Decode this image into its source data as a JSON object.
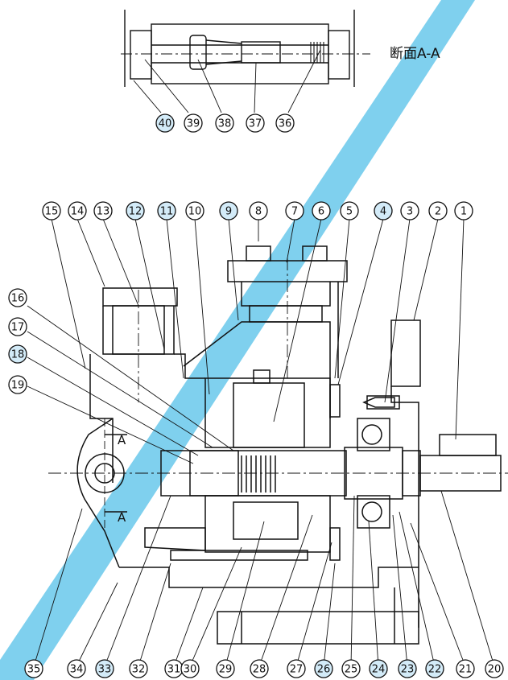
{
  "section_title": "断面A-A",
  "section_marker": "A",
  "colors": {
    "highlight_fill": "#d3ebf8",
    "accent_stripe": "#7fd0ee",
    "line": "#111111"
  },
  "callouts_top": [
    {
      "n": "40",
      "highlight": true
    },
    {
      "n": "39",
      "highlight": false
    },
    {
      "n": "38",
      "highlight": false
    },
    {
      "n": "37",
      "highlight": false
    },
    {
      "n": "36",
      "highlight": false
    }
  ],
  "callouts_upper_row": [
    {
      "n": "15",
      "highlight": false
    },
    {
      "n": "14",
      "highlight": false
    },
    {
      "n": "13",
      "highlight": false
    },
    {
      "n": "12",
      "highlight": true
    },
    {
      "n": "11",
      "highlight": true
    },
    {
      "n": "10",
      "highlight": false
    },
    {
      "n": "9",
      "highlight": true
    },
    {
      "n": "8",
      "highlight": false
    },
    {
      "n": "7",
      "highlight": false
    },
    {
      "n": "6",
      "highlight": false
    },
    {
      "n": "5",
      "highlight": false
    },
    {
      "n": "4",
      "highlight": true
    },
    {
      "n": "3",
      "highlight": false
    },
    {
      "n": "2",
      "highlight": false
    },
    {
      "n": "1",
      "highlight": false
    }
  ],
  "callouts_left_column": [
    {
      "n": "16",
      "highlight": false
    },
    {
      "n": "17",
      "highlight": false
    },
    {
      "n": "18",
      "highlight": true
    },
    {
      "n": "19",
      "highlight": false
    }
  ],
  "callouts_bottom_row": [
    {
      "n": "35",
      "highlight": false
    },
    {
      "n": "34",
      "highlight": false
    },
    {
      "n": "33",
      "highlight": true
    },
    {
      "n": "32",
      "highlight": false
    },
    {
      "n": "31",
      "highlight": false
    },
    {
      "n": "30",
      "highlight": false
    },
    {
      "n": "29",
      "highlight": false
    },
    {
      "n": "28",
      "highlight": false
    },
    {
      "n": "27",
      "highlight": false
    },
    {
      "n": "26",
      "highlight": true
    },
    {
      "n": "25",
      "highlight": false
    },
    {
      "n": "24",
      "highlight": true
    },
    {
      "n": "23",
      "highlight": true
    },
    {
      "n": "22",
      "highlight": true
    },
    {
      "n": "21",
      "highlight": false
    },
    {
      "n": "20",
      "highlight": false
    }
  ]
}
